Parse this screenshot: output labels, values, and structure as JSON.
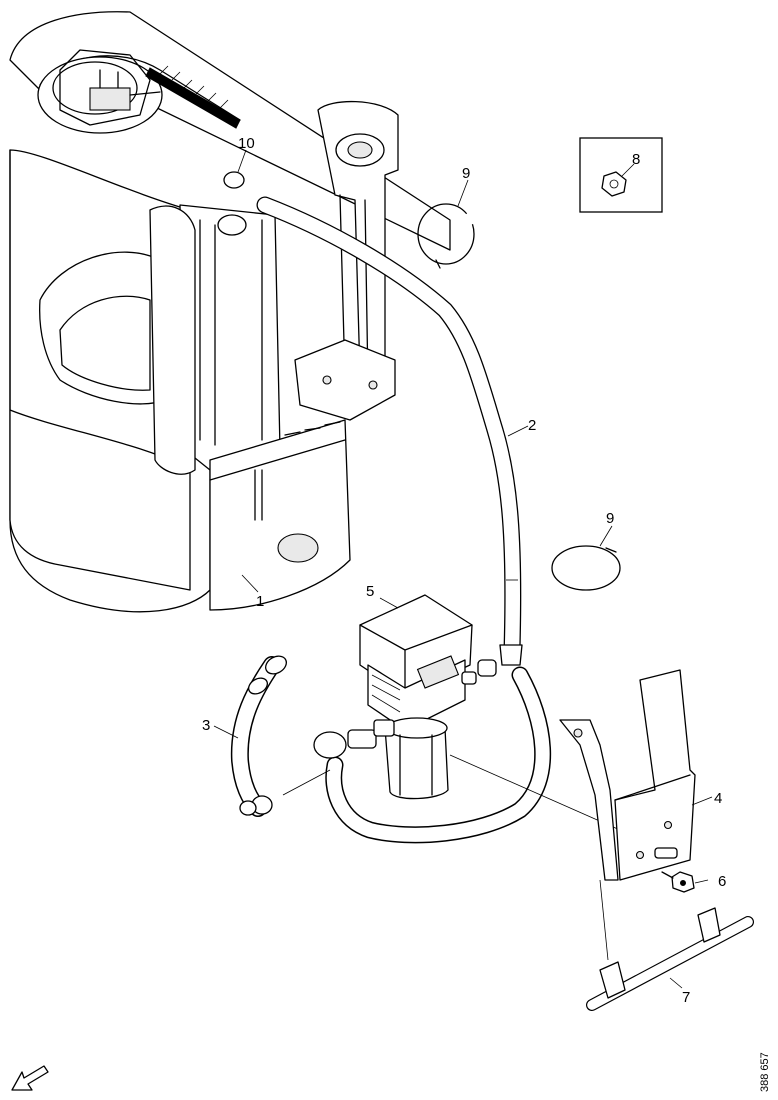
{
  "callouts": {
    "tank": "1",
    "pipe_upper": "2",
    "pipe_lower": "3",
    "bracket": "4",
    "pump": "5",
    "bolt": "6",
    "bar": "7",
    "nut": "8",
    "clamp_upper": "9",
    "clamp_lower": "9",
    "cap": "10"
  },
  "doc_id": "388 657",
  "icons": {
    "orientation": "arrow-down-left-icon",
    "nut_detail": "hex-nut-icon"
  }
}
